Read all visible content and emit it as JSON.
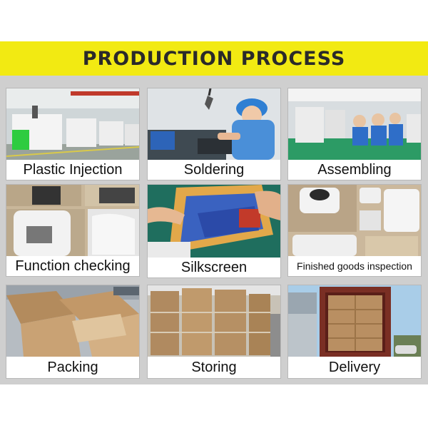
{
  "header": {
    "title": "PRODUCTION PROCESS"
  },
  "steps": [
    {
      "label": "Plastic Injection"
    },
    {
      "label": "Soldering"
    },
    {
      "label": "Assembling"
    },
    {
      "label": "Function checking"
    },
    {
      "label": "Silkscreen"
    },
    {
      "label": "Finished goods inspection"
    },
    {
      "label": "Packing"
    },
    {
      "label": "Storing"
    },
    {
      "label": "Delivery"
    }
  ],
  "colors": {
    "banner": "#f2ea12",
    "panel": "#cfcfcf"
  }
}
